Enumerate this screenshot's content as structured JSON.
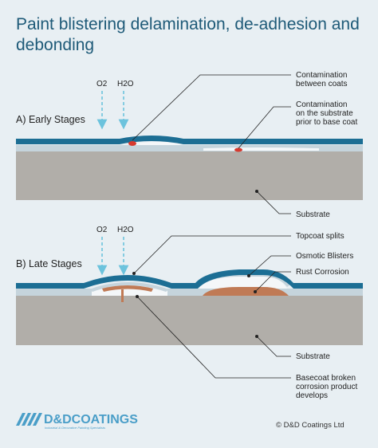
{
  "title": "Paint blistering delamination, de-adhesion and debonding",
  "stage_a": {
    "label": "A) Early Stages",
    "o2": "O2",
    "h2o": "H2O",
    "callouts": {
      "contamination_coats": [
        "Contamination",
        "between coats"
      ],
      "contamination_substrate": [
        "Contamination",
        "on the substrate",
        "prior to base coat"
      ],
      "substrate": "Substrate"
    }
  },
  "stage_b": {
    "label": "B) Late Stages",
    "o2": "O2",
    "h2o": "H2O",
    "callouts": {
      "topcoat_splits": "Topcoat splits",
      "osmotic_blisters": "Osmotic Blisters",
      "rust_corrosion": "Rust Corrosion",
      "substrate": "Substrate",
      "basecoat_broken": [
        "Basecoat broken",
        "corrosion product",
        "develops"
      ]
    }
  },
  "colors": {
    "topcoat": "#1c6e94",
    "basecoat": "#c5d4dc",
    "substrate": "#b1aea9",
    "contamination": "#d63a2f",
    "rust": "#c07a55",
    "arrow": "#6cc3dd",
    "leader": "#222222"
  },
  "logo": {
    "name": "D&DCOATINGS",
    "tagline": "Industrial & Decorative Painting Specialists"
  },
  "copyright": "© D&D Coatings Ltd"
}
